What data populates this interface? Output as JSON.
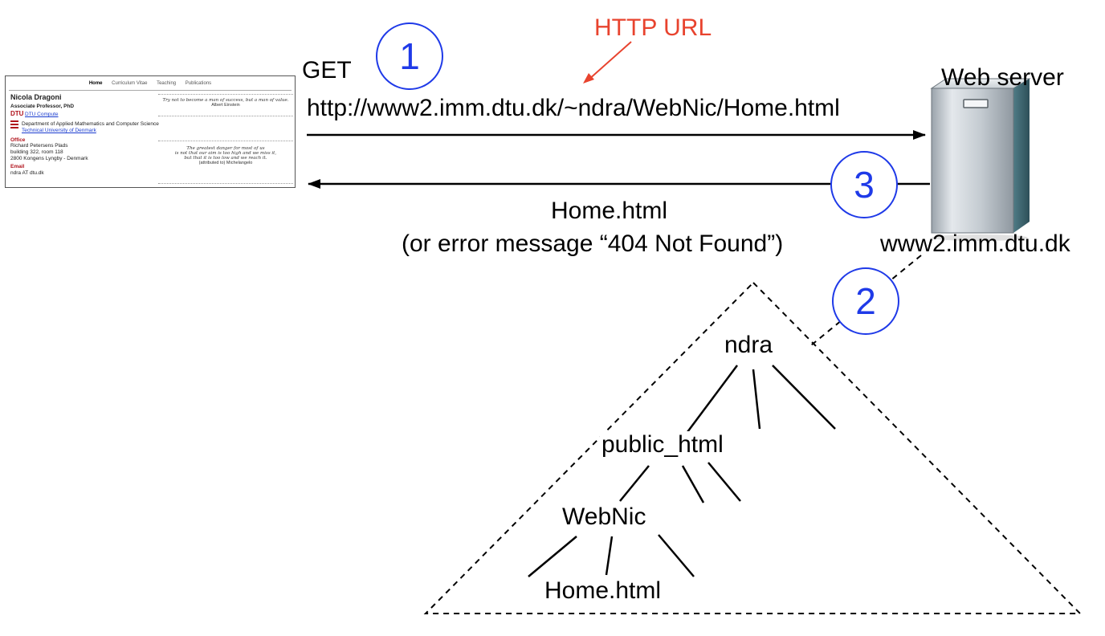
{
  "browser_page": {
    "nav": [
      "Home",
      "Curriculum Vitae",
      "Teaching",
      "Publications"
    ],
    "name": "Nicola Dragoni",
    "role": "Associate Professor, PhD",
    "dtu_logo": "DTU",
    "dtu_compute": "DTU Compute",
    "department": "Department of Applied Mathematics and Computer Science",
    "university": "Technical University of Denmark",
    "office_heading": "Office",
    "office_lines": [
      "Richard Petersens Plads",
      "building 322, room 118",
      "2800 Kongens Lyngby - Denmark"
    ],
    "email_heading": "Email",
    "email": "ndra AT dtu.dk",
    "quote1": "Try not to become a man of success, but a man of value.",
    "quote1_author": "Albert Einstein",
    "quote2_lines": [
      "The greatest danger for most of us",
      "is not that our aim is too high and we miss it,",
      "but that it is too low and we reach it."
    ],
    "quote2_author": "(attributed to) Michelangelo"
  },
  "request": {
    "method": "GET",
    "url": "http://www2.imm.dtu.dk/~ndra/WebNic/Home.html",
    "url_annotation": "HTTP URL",
    "step": "1"
  },
  "response": {
    "line1": "Home.html",
    "line2": "(or error message “404 Not Found”)",
    "step": "3"
  },
  "server": {
    "title": "Web server",
    "host": "www2.imm.dtu.dk"
  },
  "filesystem": {
    "step": "2",
    "root": "ndra",
    "level1": "public_html",
    "level2": "WebNic",
    "level3": "Home.html"
  },
  "colors": {
    "badge": "#1f3ae8",
    "annotation": "#e8432e",
    "server_body": "#b5bcc3"
  }
}
